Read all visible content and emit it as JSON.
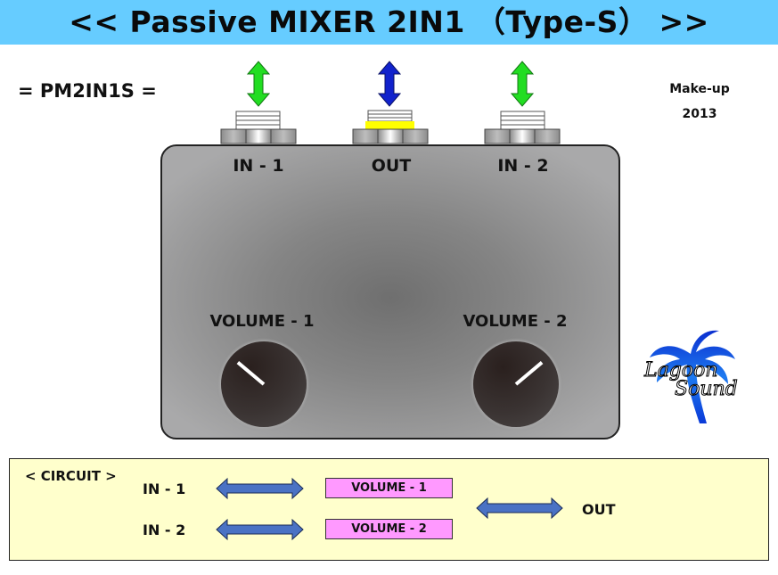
{
  "header": {
    "title": "<< Passive MIXER 2IN1 （Type-S） >>",
    "background": "#66ccff"
  },
  "model_code": "= PM2IN1S =",
  "makeup": {
    "label": "Make-up",
    "year": "2013"
  },
  "jacks": [
    {
      "label": "IN - 1",
      "arrow_color": "#22dd22",
      "icon": "green-double-arrow"
    },
    {
      "label": "OUT",
      "arrow_color": "#1122cc",
      "icon": "blue-double-arrow",
      "ring_color": "#ffff00"
    },
    {
      "label": "IN - 2",
      "arrow_color": "#22dd22",
      "icon": "green-double-arrow"
    }
  ],
  "knobs": [
    {
      "label": "VOLUME - 1",
      "pointer": "upper-left"
    },
    {
      "label": "VOLUME - 2",
      "pointer": "upper-right"
    }
  ],
  "logo": {
    "line1": "Lagoon",
    "line2": "Sound"
  },
  "circuit": {
    "title": "< CIRCUIT >",
    "inputs": [
      "IN - 1",
      "IN - 2"
    ],
    "volumes": [
      "VOLUME - 1",
      "VOLUME - 2"
    ],
    "output": "OUT",
    "box_color": "#ff99ff",
    "arrow_color": "#4a72c4",
    "background": "#ffffcc"
  }
}
